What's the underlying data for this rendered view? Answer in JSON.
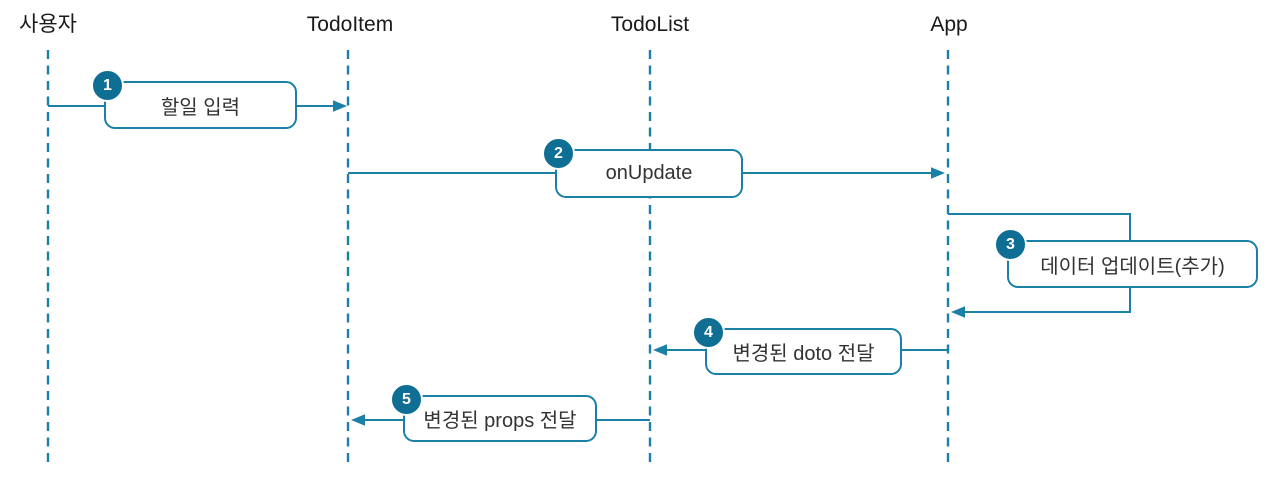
{
  "diagram": {
    "kind": "sequence-diagram",
    "actors": [
      {
        "label": "사용자"
      },
      {
        "label": "TodoItem"
      },
      {
        "label": "TodoList"
      },
      {
        "label": "App"
      }
    ],
    "steps": [
      {
        "num": "1",
        "label": "할일 입력",
        "from": "사용자",
        "to": "TodoItem"
      },
      {
        "num": "2",
        "label": "onUpdate",
        "from": "TodoItem",
        "to": "App"
      },
      {
        "num": "3",
        "label": "데이터 업데이트(추가)",
        "from": "App",
        "to": "App"
      },
      {
        "num": "4",
        "label": "변경된 doto 전달",
        "from": "App",
        "to": "TodoList"
      },
      {
        "num": "5",
        "label": "변경된 props 전달",
        "from": "TodoList",
        "to": "TodoItem"
      }
    ],
    "colors": {
      "accent": "#1b80a6",
      "badge_fill": "#0f6e93",
      "box_text": "#333333",
      "header_text": "#1a1a1a",
      "background": "#ffffff"
    }
  }
}
